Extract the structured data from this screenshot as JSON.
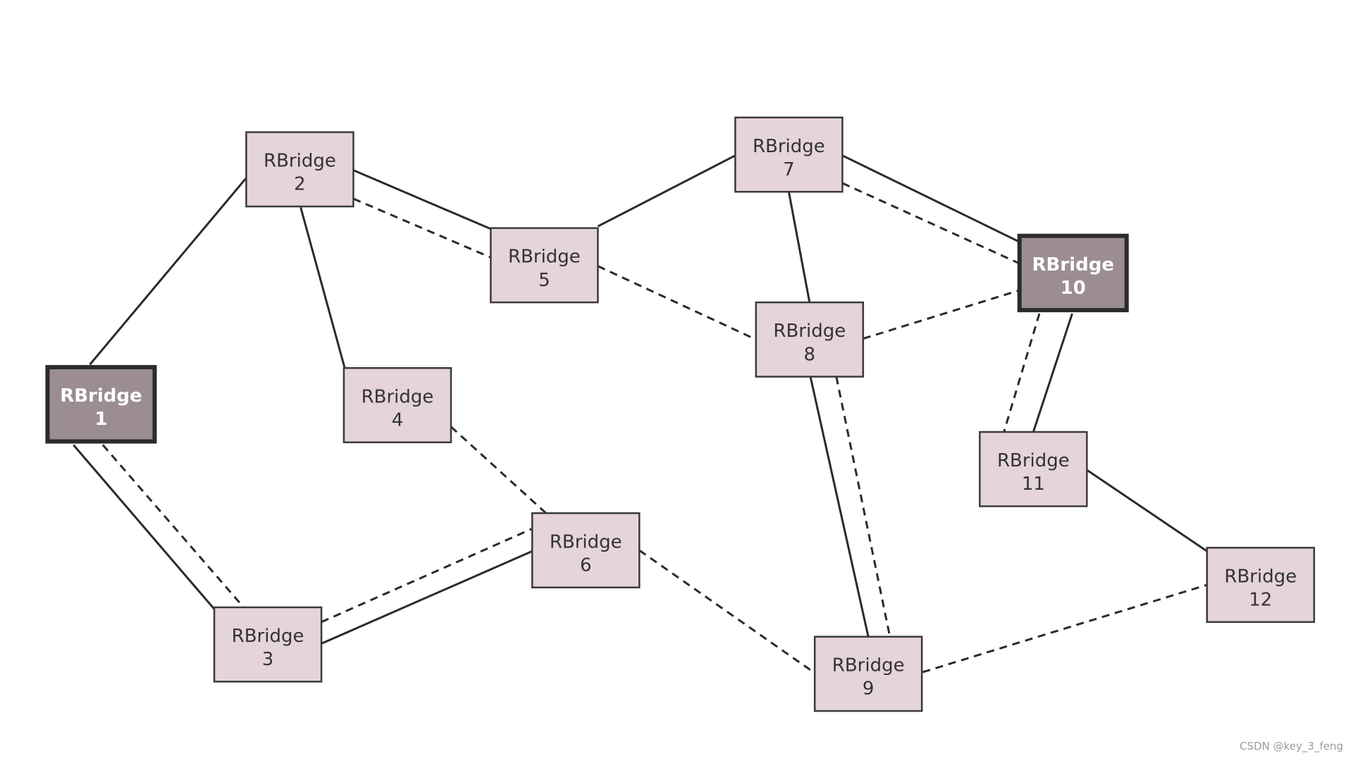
{
  "colors": {
    "node_fill": "#e5d4d9",
    "node_stroke": "#3a3a3a",
    "root_fill": "#9b8d92",
    "root_stroke": "#2b2b2b",
    "root_text": "#ffffff",
    "text": "#333333",
    "edge": "#2b2b2b"
  },
  "nodes": [
    {
      "id": "1",
      "name": "RBridge",
      "number": "1",
      "root": true
    },
    {
      "id": "2",
      "name": "RBridge",
      "number": "2",
      "root": false
    },
    {
      "id": "3",
      "name": "RBridge",
      "number": "3",
      "root": false
    },
    {
      "id": "4",
      "name": "RBridge",
      "number": "4",
      "root": false
    },
    {
      "id": "5",
      "name": "RBridge",
      "number": "5",
      "root": false
    },
    {
      "id": "6",
      "name": "RBridge",
      "number": "6",
      "root": false
    },
    {
      "id": "7",
      "name": "RBridge",
      "number": "7",
      "root": false
    },
    {
      "id": "8",
      "name": "RBridge",
      "number": "8",
      "root": false
    },
    {
      "id": "9",
      "name": "RBridge",
      "number": "9",
      "root": false
    },
    {
      "id": "10",
      "name": "RBridge",
      "number": "10",
      "root": true
    },
    {
      "id": "11",
      "name": "RBridge",
      "number": "11",
      "root": false
    },
    {
      "id": "12",
      "name": "RBridge",
      "number": "12",
      "root": false
    }
  ],
  "edges": [
    {
      "from": "1",
      "to": "2",
      "style": "solid"
    },
    {
      "from": "1",
      "to": "3",
      "style": "solid"
    },
    {
      "from": "1",
      "to": "3",
      "style": "dashed"
    },
    {
      "from": "2",
      "to": "4",
      "style": "solid"
    },
    {
      "from": "2",
      "to": "5",
      "style": "solid"
    },
    {
      "from": "2",
      "to": "5",
      "style": "dashed"
    },
    {
      "from": "3",
      "to": "6",
      "style": "solid"
    },
    {
      "from": "3",
      "to": "6",
      "style": "dashed"
    },
    {
      "from": "4",
      "to": "6",
      "style": "dashed"
    },
    {
      "from": "5",
      "to": "7",
      "style": "solid"
    },
    {
      "from": "5",
      "to": "8",
      "style": "dashed"
    },
    {
      "from": "6",
      "to": "9",
      "style": "dashed"
    },
    {
      "from": "7",
      "to": "8",
      "style": "solid"
    },
    {
      "from": "7",
      "to": "10",
      "style": "solid"
    },
    {
      "from": "7",
      "to": "10",
      "style": "dashed"
    },
    {
      "from": "8",
      "to": "9",
      "style": "solid"
    },
    {
      "from": "8",
      "to": "9",
      "style": "dashed"
    },
    {
      "from": "8",
      "to": "10",
      "style": "dashed"
    },
    {
      "from": "10",
      "to": "11",
      "style": "solid"
    },
    {
      "from": "10",
      "to": "11",
      "style": "dashed"
    },
    {
      "from": "11",
      "to": "12",
      "style": "solid"
    },
    {
      "from": "9",
      "to": "12",
      "style": "dashed"
    }
  ],
  "watermark": "CSDN @key_3_feng"
}
